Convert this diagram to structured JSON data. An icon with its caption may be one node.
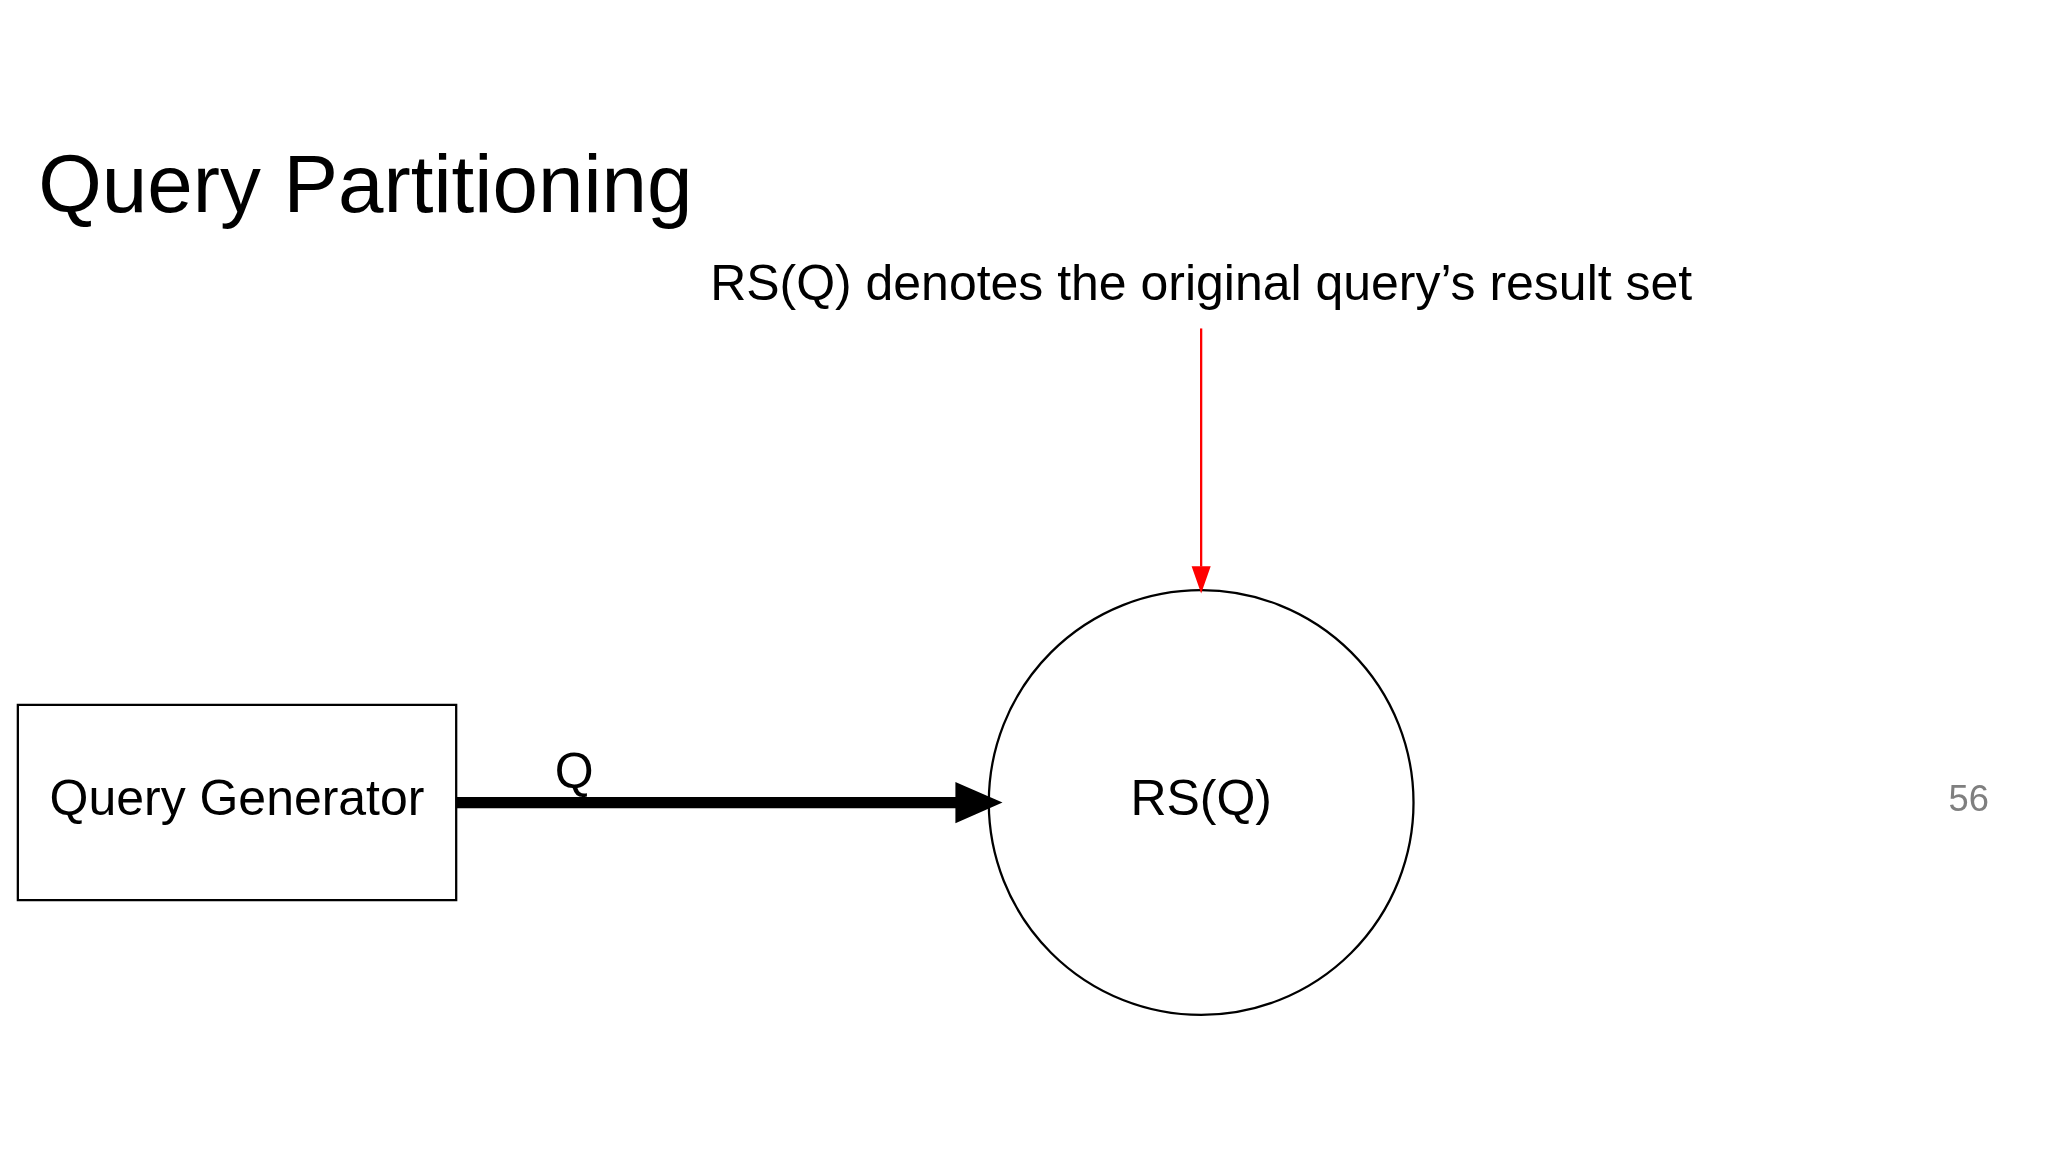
{
  "diagram": {
    "title": "Query Partitioning",
    "nodes": [
      {
        "text": [
          "Query Generator"
        ]
      },
      {
        "text": [
          "RS(Q)"
        ]
      },
      {
        "text": [
          "RS(Q) denotes the original query’s result set"
        ]
      }
    ],
    "edges": [
      {
        "from": 0,
        "to": 1,
        "arrow": "to",
        "label": "Q",
        "style": "thick"
      },
      {
        "from": 2,
        "to": 1,
        "arrow": "to",
        "color": "#ff0000"
      }
    ],
    "labels": [
      "56"
    ]
  }
}
